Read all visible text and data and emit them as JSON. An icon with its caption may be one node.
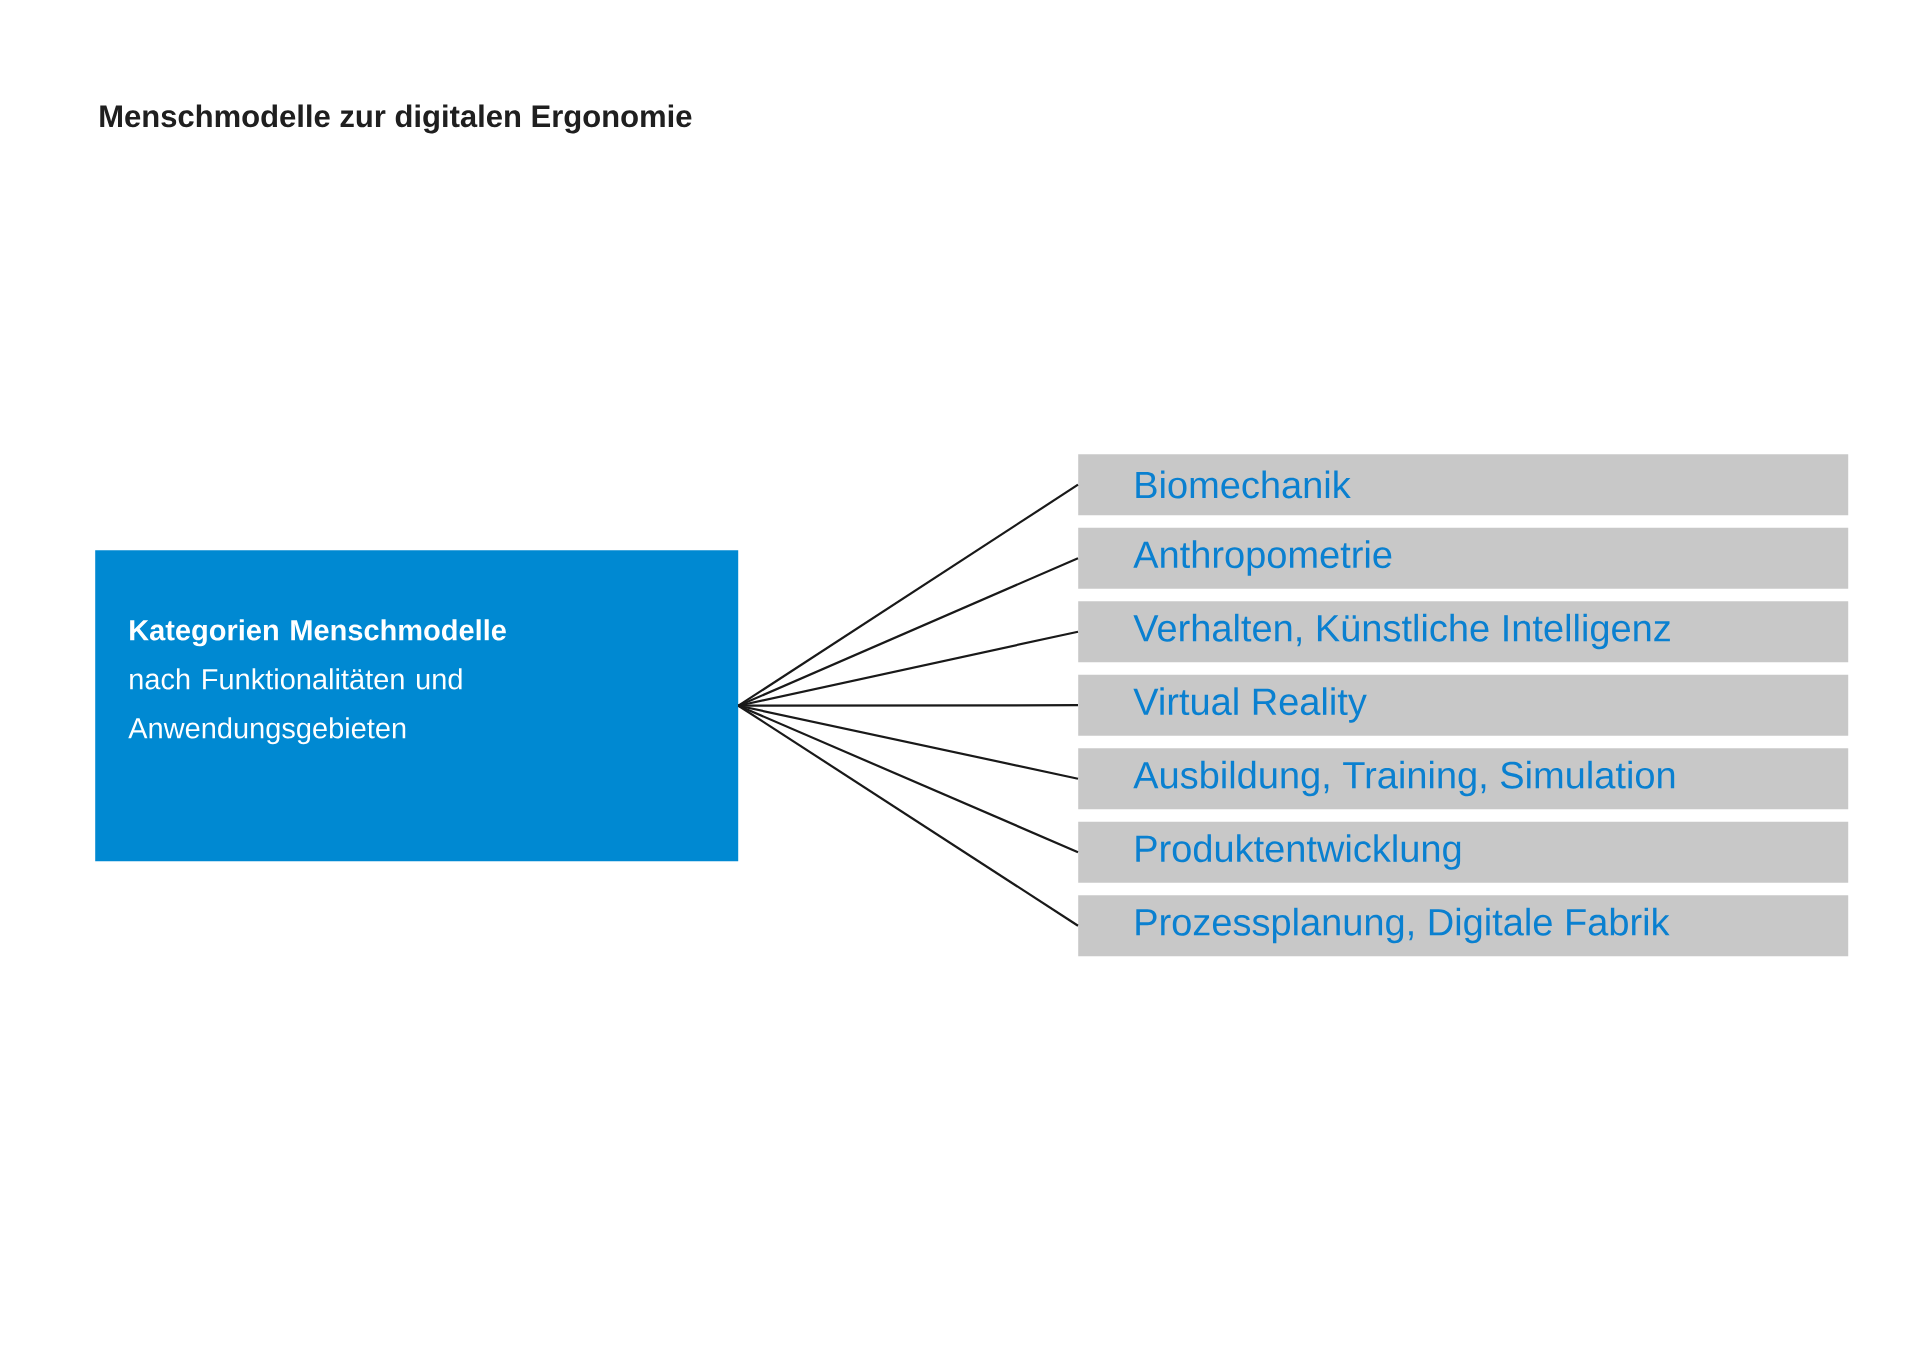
{
  "diagram": {
    "title": "Menschmodelle zur digitalen Ergonomie",
    "nodes": [
      {
        "text": [
          "Kategorien Menschmodelle",
          "nach Funktionalitäten und Anwendungsgebieten"
        ]
      },
      {
        "text": [
          "Biomechanik"
        ]
      },
      {
        "text": [
          "Anthropometrie"
        ]
      },
      {
        "text": [
          "Verhalten,  Künstliche Intelligenz"
        ]
      },
      {
        "text": [
          "Virtual Reality"
        ]
      },
      {
        "text": [
          "Ausbildung, Training, Simulation"
        ]
      },
      {
        "text": [
          "Produktentwicklung"
        ]
      },
      {
        "text": [
          "Prozessplanung, Digitale Fabrik"
        ]
      }
    ],
    "edges": [
      {
        "from": 0,
        "to": 1,
        "arrow": "none"
      },
      {
        "from": 0,
        "to": 2,
        "arrow": "none"
      },
      {
        "from": 0,
        "to": 3,
        "arrow": "none"
      },
      {
        "from": 0,
        "to": 4,
        "arrow": "none"
      },
      {
        "from": 0,
        "to": 5,
        "arrow": "none"
      },
      {
        "from": 0,
        "to": 6,
        "arrow": "none"
      },
      {
        "from": 0,
        "to": 7,
        "arrow": "none"
      }
    ]
  }
}
